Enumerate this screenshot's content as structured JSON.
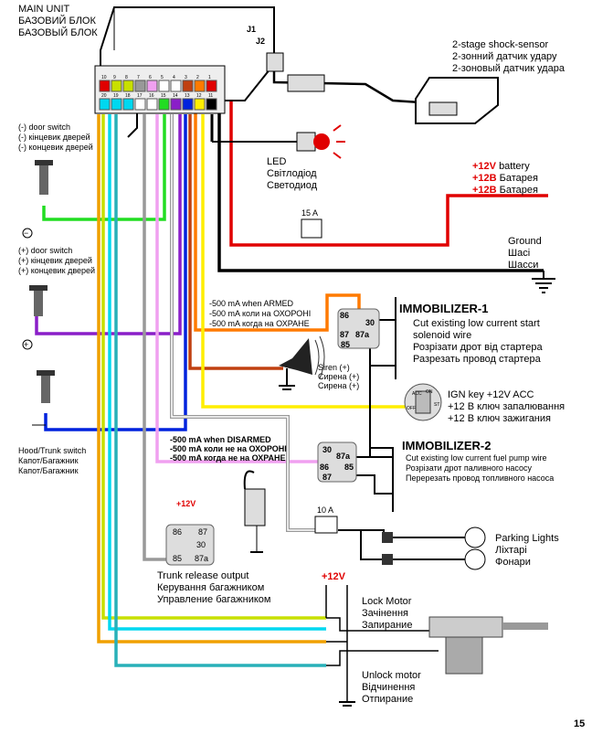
{
  "main_unit": {
    "l1": "MAIN UNIT",
    "l2": "БАЗОВИЙ БЛОК",
    "l3": "БАЗОВЫЙ БЛОК",
    "j1": "J1",
    "j2": "J2",
    "pins_top": [
      "10",
      "9",
      "8",
      "7",
      "6",
      "5",
      "4",
      "3",
      "2",
      "1"
    ],
    "pins_bottom": [
      "20",
      "19",
      "18",
      "17",
      "16",
      "15",
      "14",
      "13",
      "12",
      "11"
    ]
  },
  "shock": {
    "l1": "2-stage shock-sensor",
    "l2": "2-зонний датчик удару",
    "l3": "2-зоновый датчик удара"
  },
  "led": {
    "l1": "LED",
    "l2": "Світлодіод",
    "l3": "Светодиод"
  },
  "battery": {
    "l1v": "+12V",
    "l1": "battery",
    "l2v": "+12В",
    "l2": "Батарея",
    "l3v": "+12В",
    "l3": "Батарея"
  },
  "fuse1": "15 A",
  "ground": {
    "l1": "Ground",
    "l2": "Шасі",
    "l3": "Шасси"
  },
  "door_minus": {
    "l1": "(-) door switch",
    "l2": "(-) кінцевик дверей",
    "l3": "(-) концевик дверей",
    "sign": "−"
  },
  "door_plus": {
    "l1": "(+) door switch",
    "l2": "(+) кінцевик дверей",
    "l3": "(+) концевик дверей",
    "sign": "+"
  },
  "hood": {
    "l1": "Hood/Trunk switch",
    "l2": "Капот/Багажник",
    "l3": "Капот/Багажник"
  },
  "armed": {
    "l1": "-500 mA when ARMED",
    "l2": "-500 mA коли на ОХОРОНІ",
    "l3": "-500 mA когда на ОХРАНЕ"
  },
  "imm1": {
    "title": "IMMOBILIZER-1",
    "l1": "Cut existing low current start",
    "l2": "solenoid wire",
    "l3": "Розрізати дрот від стартера",
    "l4": "Разрезать провод стартера"
  },
  "siren": {
    "l1": "Siren (+)",
    "l2": "Сирена (+)",
    "l3": "Сирена (+)"
  },
  "ign": {
    "l1": "IGN key +12V ACC",
    "l2": "+12 В ключ запалювання",
    "l3": "+12 В ключ зажигания",
    "pos": [
      "OFF",
      "ACC",
      "ON",
      "ST"
    ]
  },
  "disarmed": {
    "l1": "-500 mA when DISARMED",
    "l2": "-500 mA коли не на ОХОРОНІ",
    "l3": "-500 mA когда не на ОХРАНЕ"
  },
  "imm2": {
    "title": "IMMOBILIZER-2",
    "l1": "Cut existing low current fuel pump wire",
    "l2": "Розрізати дрот паливного насосу",
    "l3": "Перерезать провод топливного насоса"
  },
  "relay_pins": {
    "p86": "86",
    "p87": "87",
    "p30": "30",
    "p87a": "87a",
    "p85": "85"
  },
  "trunk": {
    "v": "+12V",
    "l1": "Trunk release output",
    "l2": "Керування багажником",
    "l3": "Управление багажником"
  },
  "fuse2": "10 A",
  "parking": {
    "l1": "Parking Lights",
    "l2": "Ліхтарі",
    "l3": "Фонари"
  },
  "lock_v": "+12V",
  "lock": {
    "l1": "Lock Motor",
    "l2": "Зачінення",
    "l3": "Запирание"
  },
  "unlock": {
    "l1": "Unlock motor",
    "l2": "Відчинення",
    "l3": "Отпирание"
  },
  "page_number": "15"
}
